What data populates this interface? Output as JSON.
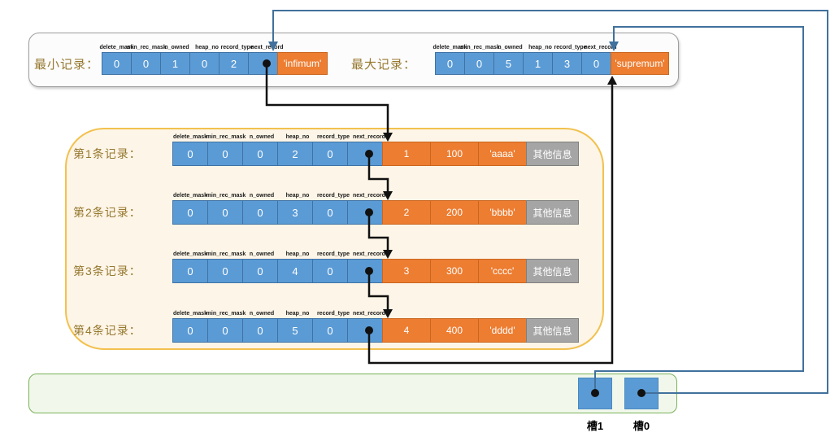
{
  "fields": [
    "delete_mask",
    "min_rec_mask",
    "n_owned",
    "heap_no",
    "record_type",
    "next_record"
  ],
  "top": {
    "min_label": "最小记录：",
    "max_label": "最大记录：",
    "infimum": {
      "values": [
        "0",
        "0",
        "1",
        "0",
        "2"
      ],
      "name": "'infimum'"
    },
    "supremum": {
      "values": [
        "0",
        "0",
        "5",
        "1",
        "3",
        "0"
      ],
      "name": "'supremum'"
    }
  },
  "records": [
    {
      "label": "第1条记录：",
      "header": [
        "0",
        "0",
        "0",
        "2",
        "0"
      ],
      "cols": [
        "1",
        "100",
        "'aaaa'"
      ],
      "other": "其他信息"
    },
    {
      "label": "第2条记录：",
      "header": [
        "0",
        "0",
        "0",
        "3",
        "0"
      ],
      "cols": [
        "2",
        "200",
        "'bbbb'"
      ],
      "other": "其他信息"
    },
    {
      "label": "第3条记录：",
      "header": [
        "0",
        "0",
        "0",
        "4",
        "0"
      ],
      "cols": [
        "3",
        "300",
        "'cccc'"
      ],
      "other": "其他信息"
    },
    {
      "label": "第4条记录：",
      "header": [
        "0",
        "0",
        "0",
        "5",
        "0"
      ],
      "cols": [
        "4",
        "400",
        "'dddd'"
      ],
      "other": "其他信息"
    }
  ],
  "slots": [
    {
      "label": "槽1"
    },
    {
      "label": "槽0"
    }
  ],
  "colors": {
    "cell_blue": "#5B9BD5",
    "cell_orange": "#ED7D31",
    "cell_gray": "#A5A5A5",
    "label_gold": "#96782F",
    "pointer_line_blue": "#41719C",
    "chain_line_black": "#111111",
    "mid_panel_border": "#F2C14E",
    "bottom_panel_border": "#79B159"
  }
}
